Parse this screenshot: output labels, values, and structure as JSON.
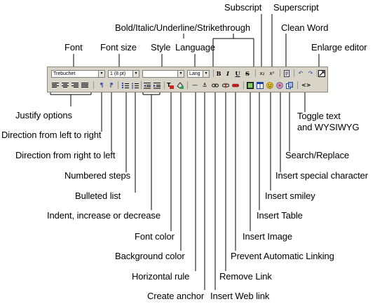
{
  "toolbar": {
    "font_value": "Trebuchet",
    "size_value": "1 (8 pt)",
    "style_value": "",
    "lang_value": "Lang"
  },
  "labels": {
    "font": "Font",
    "font_size": "Font size",
    "style": "Style",
    "language": "Language",
    "bold_italic": "Bold/Italic/Underline/Strikethrough",
    "subscript": "Subscript",
    "superscript": "Superscript",
    "clean_word": "Clean Word",
    "enlarge_editor": "Enlarge editor",
    "justify_options": "Justify options",
    "direction_ltr": "Direction from left to right",
    "direction_rtl": "Direction from right to left",
    "numbered_steps": "Numbered steps",
    "bulleted_list": "Bulleted list",
    "indent": "Indent, increase or decrease",
    "font_color": "Font color",
    "background_color": "Background color",
    "horizontal_rule": "Horizontal rule",
    "create_anchor": "Create anchor",
    "insert_web_link": "Insert Web link",
    "remove_link": "Remove Link",
    "prevent_linking": "Prevent Automatic Linking",
    "insert_image": "Insert Image",
    "insert_table": "Insert Table",
    "insert_smiley": "Insert smiley",
    "insert_special": "Insert special character",
    "search_replace": "Search/Replace",
    "toggle_line1": "Toggle text",
    "toggle_line2": "and WYSIWYG"
  },
  "icons": {
    "bold": "B",
    "italic": "I",
    "underline": "U",
    "strike": "S",
    "subscript": "x₂",
    "superscript": "x²",
    "undo": "↶",
    "redo": "↷",
    "ltr": "¶",
    "rtl": "¶",
    "hr": "—",
    "anchor": "⚓",
    "toggle": "<>"
  }
}
